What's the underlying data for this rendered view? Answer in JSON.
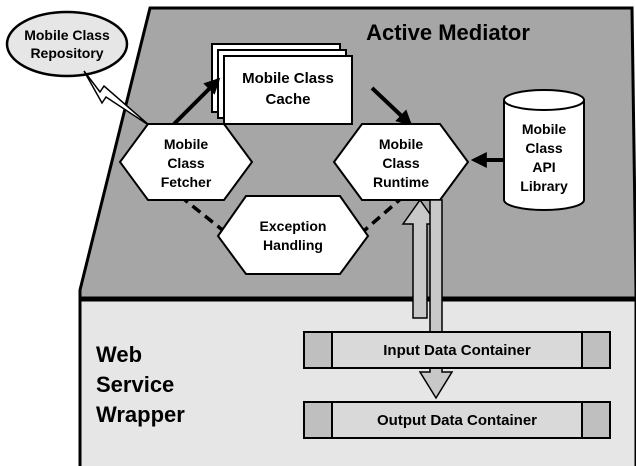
{
  "colors": {
    "mediator_fill": "#a6a6a6",
    "wrapper_fill": "#e6e6e6",
    "node_fill": "#ffffff",
    "container_fill": "#d9d9d9",
    "container_end_fill": "#bfbfbf",
    "arrow_fill": "#c8c8c8",
    "stroke": "#000000"
  },
  "mediator": {
    "title": "Active Mediator"
  },
  "repository": {
    "line1": "Mobile Class",
    "line2": "Repository"
  },
  "cache": {
    "line1": "Mobile Class",
    "line2": "Cache"
  },
  "fetcher": {
    "line1": "Mobile",
    "line2": "Class",
    "line3": "Fetcher"
  },
  "runtime": {
    "line1": "Mobile",
    "line2": "Class",
    "line3": "Runtime"
  },
  "exception": {
    "line1": "Exception",
    "line2": "Handling"
  },
  "api_library": {
    "line1": "Mobile",
    "line2": "Class",
    "line3": "API",
    "line4": "Library"
  },
  "wrapper": {
    "line1": "Web",
    "line2": "Service",
    "line3": "Wrapper"
  },
  "input_container": {
    "label": "Input Data Container"
  },
  "output_container": {
    "label": "Output Data Container"
  }
}
